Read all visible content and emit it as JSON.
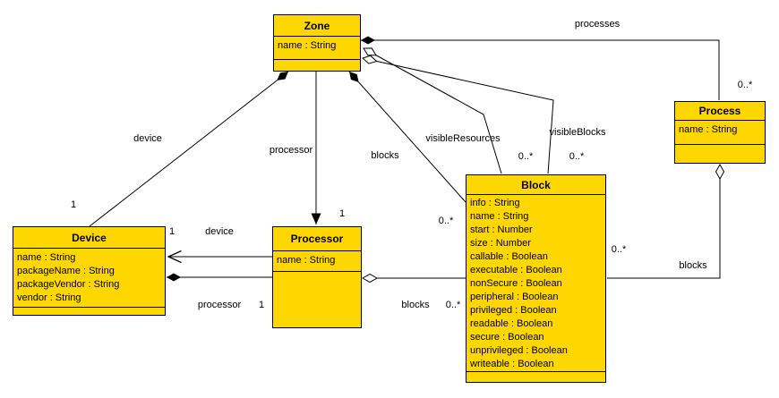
{
  "diagram": {
    "type": "uml-class-diagram",
    "colors": {
      "class_fill": "#FFD700",
      "line": "#000000",
      "background": "#FFFFFF"
    }
  },
  "classes": {
    "zone": {
      "name": "Zone",
      "attributes": [
        "name : String"
      ]
    },
    "process": {
      "name": "Process",
      "attributes": [
        "name : String"
      ]
    },
    "block": {
      "name": "Block",
      "attributes": [
        "info : String",
        "name : String",
        "start : Number",
        "size : Number",
        "callable : Boolean",
        "executable : Boolean",
        "nonSecure : Boolean",
        "peripheral : Boolean",
        "privileged : Boolean",
        "readable : Boolean",
        "secure : Boolean",
        "unprivileged : Boolean",
        "writeable : Boolean"
      ]
    },
    "device": {
      "name": "Device",
      "attributes": [
        "name : String",
        "packageName : String",
        "packageVendor : String",
        "vendor : String"
      ]
    },
    "processor": {
      "name": "Processor",
      "attributes": [
        "name : String"
      ]
    }
  },
  "associations": {
    "processes": {
      "name": "processes",
      "multiplicity": "0..*"
    },
    "zone_device": {
      "name": "device",
      "multiplicity": "1"
    },
    "zone_processor": {
      "name": "processor",
      "multiplicity": "1"
    },
    "zone_blocks": {
      "name": "blocks",
      "multiplicity": "0..*"
    },
    "visible_resources": {
      "name": "visibleResources",
      "multiplicity": "0..*"
    },
    "visible_blocks": {
      "name": "visibleBlocks",
      "multiplicity": "0..*"
    },
    "processor_device": {
      "name": "device",
      "multiplicity": "1"
    },
    "device_processor": {
      "name": "processor",
      "multiplicity": "1"
    },
    "processor_blocks": {
      "name": "blocks",
      "multiplicity": "0..*"
    },
    "process_blocks": {
      "name": "blocks",
      "multiplicity": "0..*"
    }
  }
}
